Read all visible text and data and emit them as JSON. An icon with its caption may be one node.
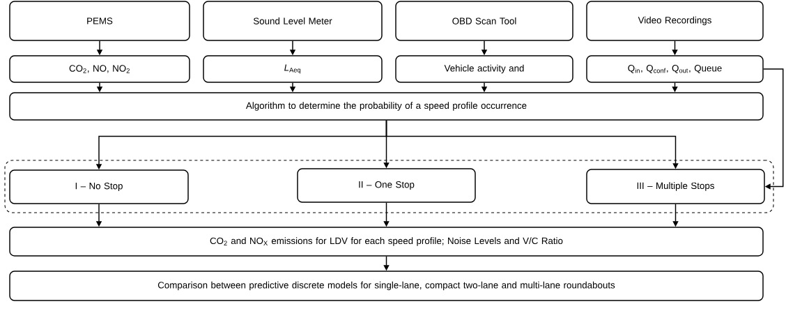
{
  "diagram": {
    "nodes": [
      {
        "text": [
          "PEMS"
        ]
      },
      {
        "text": [
          "Sound Level Meter"
        ]
      },
      {
        "text": [
          "OBD Scan Tool"
        ]
      },
      {
        "text": [
          "Video Recordings"
        ]
      },
      {
        "text": [
          "CO$_{2}$, NO, NO$_{2}$"
        ]
      },
      {
        "text": [
          "*L*$_{Aeq}$"
        ]
      },
      {
        "text": [
          "Vehicle activity and"
        ]
      },
      {
        "text": [
          "Q$_{in}$, Q$_{conf}$, Q$_{out}$, Queue"
        ]
      },
      {
        "text": [
          "Algorithm to determine the probability of a speed profile occurrence"
        ]
      },
      {
        "text": [],
        "shape": "box"
      },
      {
        "text": [
          "I – No Stop"
        ],
        "in": 9
      },
      {
        "text": [
          "II – One Stop"
        ],
        "in": 9
      },
      {
        "text": [
          "III – Multiple Stops"
        ],
        "in": 9
      },
      {
        "text": [
          "CO$_{2}$ and NO$_{X}$ emissions for LDV for each speed profile; Noise Levels and V/C Ratio"
        ]
      },
      {
        "text": [
          "Comparison between predictive discrete models for single-lane, compact two-lane and multi-lane roundabouts"
        ]
      }
    ],
    "edges": [
      {
        "from": 0,
        "to": 4,
        "arrow": "to"
      },
      {
        "from": 1,
        "to": 5,
        "arrow": "to"
      },
      {
        "from": 2,
        "to": 6,
        "arrow": "to"
      },
      {
        "from": 3,
        "to": 7,
        "arrow": "to"
      },
      {
        "from": 4,
        "to": 8,
        "arrow": "to"
      },
      {
        "from": 5,
        "to": 8,
        "arrow": "to"
      },
      {
        "from": 6,
        "to": 8,
        "arrow": "to"
      },
      {
        "from": 7,
        "to": 8,
        "arrow": "to"
      },
      {
        "from": 8,
        "to": 10,
        "arrow": "to"
      },
      {
        "from": 8,
        "to": 11,
        "arrow": "to"
      },
      {
        "from": 8,
        "to": 12,
        "arrow": "to"
      },
      {
        "from": 7,
        "to": 12,
        "arrow": "to"
      },
      {
        "from": 10,
        "to": 13,
        "arrow": "to"
      },
      {
        "from": 11,
        "to": 13,
        "arrow": "to"
      },
      {
        "from": 12,
        "to": 13,
        "arrow": "to"
      },
      {
        "from": 13,
        "to": 14,
        "arrow": "to"
      }
    ]
  }
}
